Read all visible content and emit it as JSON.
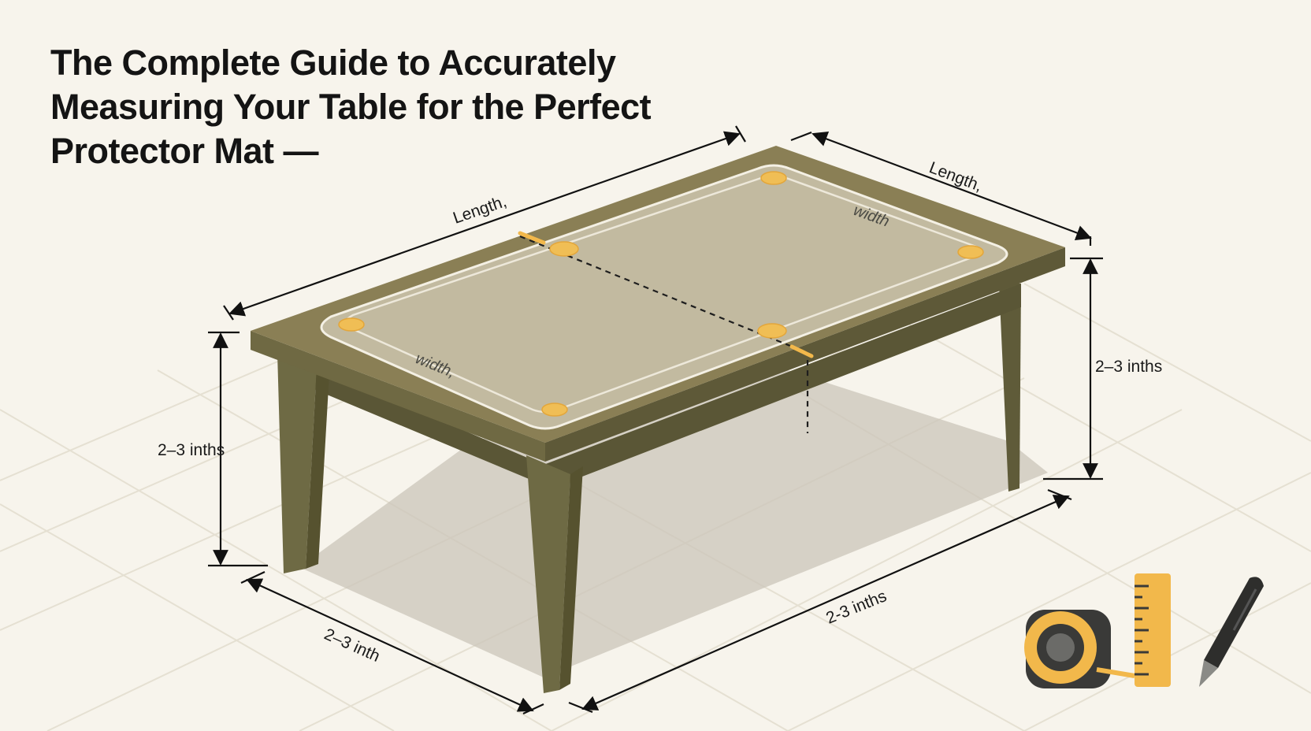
{
  "title": "The Complete Guide to Accurately Measuring Your Table for the Perfect Protector Mat —",
  "labels": {
    "length_front": "Length,",
    "length_side": "Length,",
    "width_top": "width",
    "width_bottom": "width,",
    "height_left": "2–3 inths",
    "height_right": "2–3 inths",
    "floor_left": "2–3 inth",
    "floor_right": "2-3 inths"
  },
  "icons": [
    "tape-measure-icon",
    "ruler-icon",
    "pen-icon"
  ],
  "colors": {
    "background": "#f7f4ec",
    "table_top": "#8a7f55",
    "table_surface": "#c2baa0",
    "table_leg": "#6e6a44",
    "marker": "#f0be55",
    "tape": "#f2b84b",
    "dark": "#3a3a38"
  }
}
